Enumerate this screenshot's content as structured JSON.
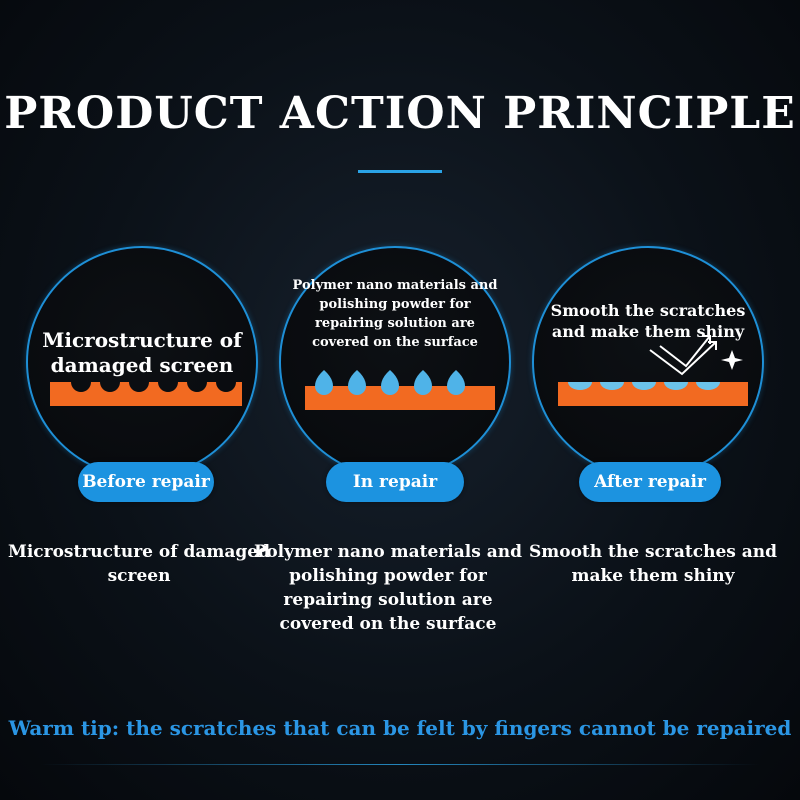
{
  "title": "PRODUCT ACTION PRINCIPLE",
  "panels": [
    {
      "circle_text": "Microstructure of damaged screen",
      "label": "Before repair",
      "caption": "Microstructure of damaged screen"
    },
    {
      "circle_text": "Polymer nano materials and polishing powder for repairing solution are covered on the surface",
      "label": "In repair",
      "caption": "Polymer nano materials and polishing powder for repairing solution are covered on the surface"
    },
    {
      "circle_text": "Smooth the scratches and make them shiny",
      "label": "After repair",
      "caption": "Smooth the scratches and make them shiny"
    }
  ],
  "tip": "Warm tip: the scratches that can be felt by fingers cannot be repaired",
  "colors": {
    "accent": "#1c93e0",
    "screen_layer": "#f26a21",
    "tip_text": "#2b96e4",
    "background": "#0b1118"
  },
  "icons": [
    "light-reflection-arrows-icon",
    "sparkle-icon"
  ]
}
